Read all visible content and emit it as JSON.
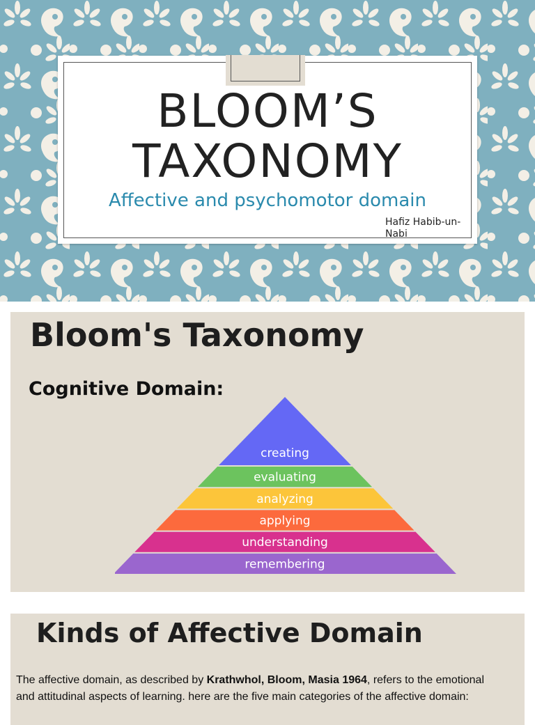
{
  "slide1": {
    "title_line1": "BLOOM’S",
    "title_line2": "TAXONOMY",
    "subtitle": "Affective and psychomotor domain",
    "author_line1": "Hafiz Habib-un-",
    "author_line2": "Nabi",
    "colors": {
      "background": "#7fb0bf",
      "pattern": "#f3efe6",
      "subtitle": "#2a8aad"
    }
  },
  "slide2": {
    "title": "Bloom's Taxonomy",
    "subtitle": "Cognitive Domain:",
    "pyramid_levels": [
      {
        "label": "creating",
        "color": "#6468f5"
      },
      {
        "label": "evaluating",
        "color": "#6cc35e"
      },
      {
        "label": "analyzing",
        "color": "#fcc53a"
      },
      {
        "label": "applying",
        "color": "#fc6a3d"
      },
      {
        "label": "understanding",
        "color": "#d8318e"
      },
      {
        "label": "remembering",
        "color": "#9a66ce"
      }
    ]
  },
  "slide3": {
    "title": "Kinds of Affective Domain",
    "text_before": "The affective domain, as described by ",
    "text_bold": "Krathwhol, Bloom, Masia 1964",
    "text_after": ", refers to the emotional and attitudinal aspects of learning. here are the five main categories of the affective domain:"
  }
}
